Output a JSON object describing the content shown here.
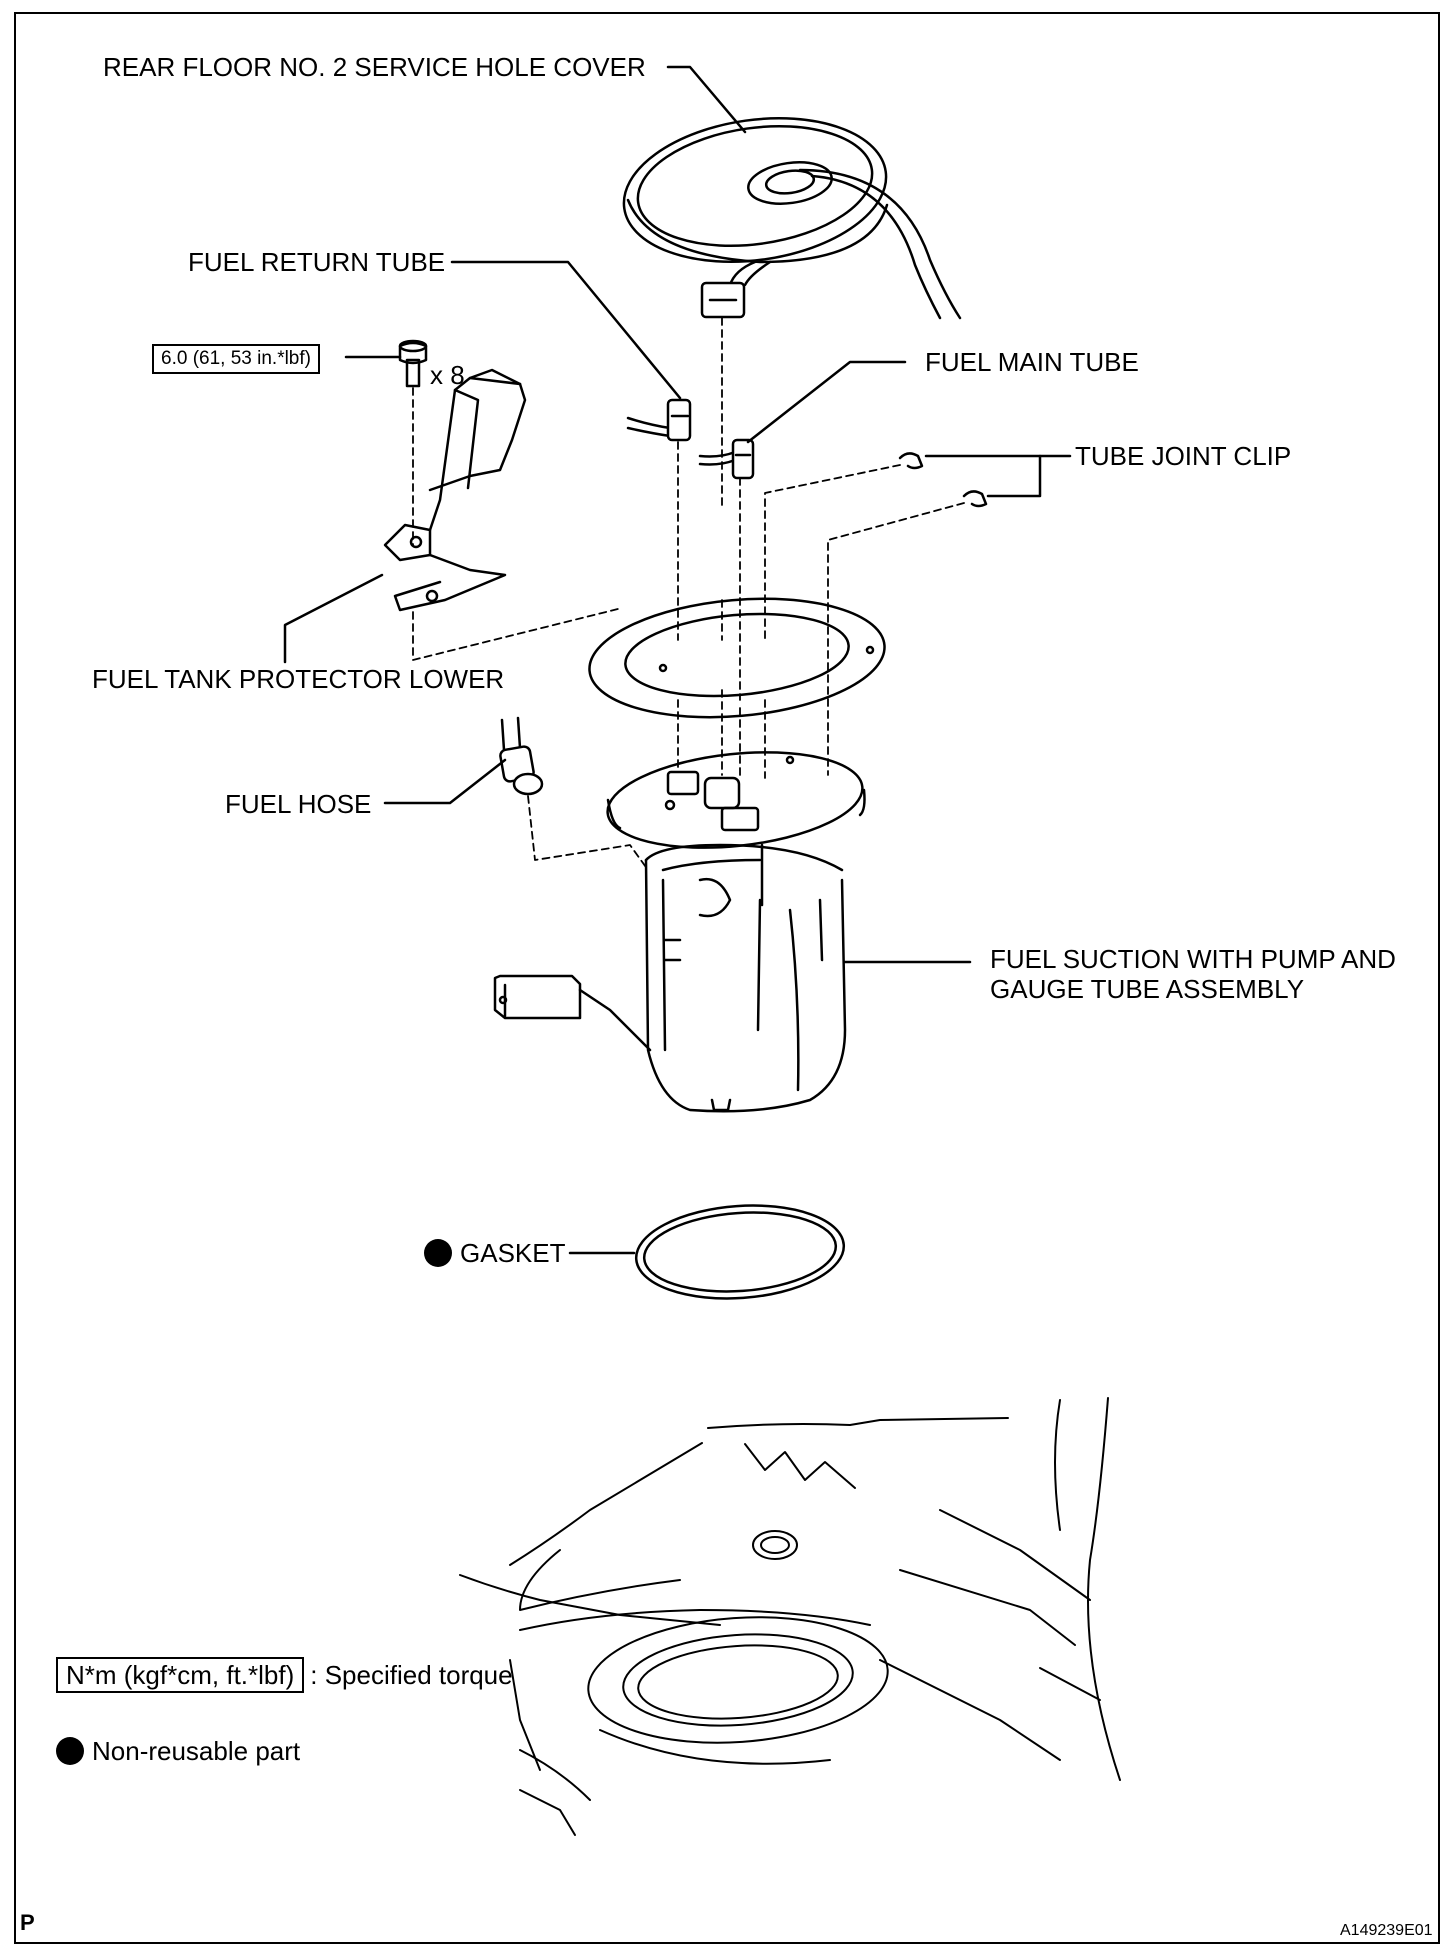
{
  "labels": {
    "rear_floor_cover": "REAR FLOOR NO. 2 SERVICE HOLE COVER",
    "fuel_return_tube": "FUEL RETURN TUBE",
    "torque_value": "6.0 (61, 53 in.*lbf)",
    "bolt_quantity": "x 8",
    "fuel_main_tube": "FUEL MAIN TUBE",
    "tube_joint_clip": "TUBE JOINT CLIP",
    "fuel_tank_protector_lower": "FUEL TANK PROTECTOR LOWER",
    "fuel_hose": "FUEL HOSE",
    "fuel_suction_line1": "FUEL SUCTION WITH PUMP AND",
    "fuel_suction_line2": "GAUGE TUBE ASSEMBLY",
    "gasket": "GASKET"
  },
  "legend": {
    "torque_box": "N*m (kgf*cm, ft.*lbf)",
    "torque_desc": ": Specified torque",
    "non_reusable": "Non-reusable part"
  },
  "footer": {
    "corner_mark": "P",
    "figure_code": "A149239E01"
  }
}
